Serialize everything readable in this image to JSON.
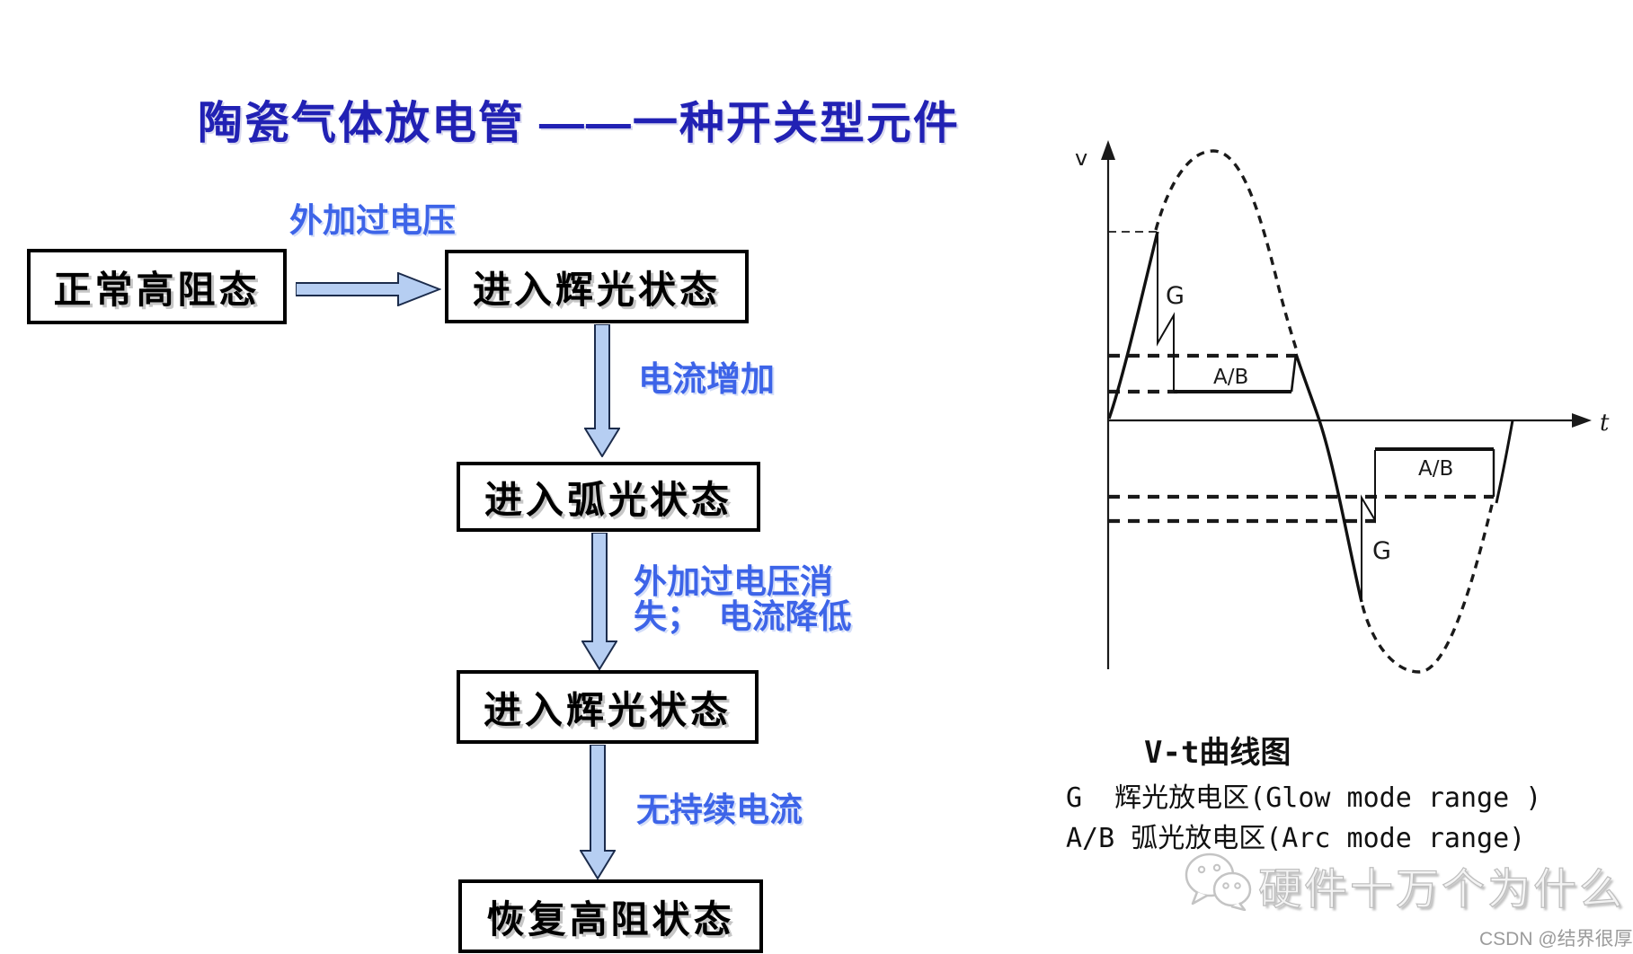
{
  "title": "陶瓷气体放电管 ——一种开关型元件",
  "flowchart": {
    "box1": "正常高阻态",
    "box2": "进入辉光状态",
    "box3": "进入弧光状态",
    "box4": "进入辉光状态",
    "box5": "恢复高阻状态",
    "edge1": "外加过电压",
    "edge2": "电流增加",
    "edge3_line1": "外加过电压消",
    "edge3_line2": "失；  电流降低",
    "edge4": "无持续电流"
  },
  "graph": {
    "y_axis_label": "v",
    "x_axis_label": "t",
    "glow_label": "G",
    "arc_label": "A/B",
    "caption": "V-t曲线图",
    "legend_glow": "G  辉光放电区(Glow mode range )",
    "legend_arc": "A/B 弧光放电区(Arc mode range)"
  },
  "watermark": {
    "icon": "wechat-icon",
    "text": "硬件十万个为什么"
  },
  "credit": "CSDN @结界很厚",
  "colors": {
    "title_blue": "#2121b4",
    "edge_label_blue": "#3d64e8",
    "arrow_fill": "#b6cef2",
    "arrow_stroke": "#1c2c4c",
    "box_border": "#000000",
    "curve_black": "#1a1a1a",
    "watermark_gray": "#bdbdbd",
    "credit_gray": "#9b9b9b"
  }
}
